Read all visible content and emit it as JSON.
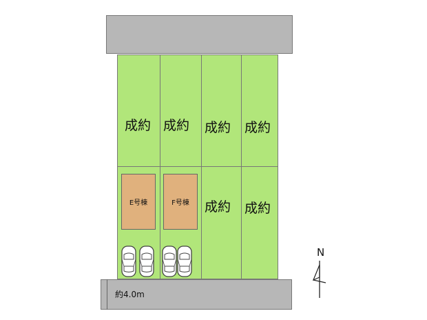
{
  "lots": [
    {
      "id": "lot-1",
      "label": "成約"
    },
    {
      "id": "lot-2",
      "label": "成約"
    },
    {
      "id": "lot-3",
      "label": "成約"
    },
    {
      "id": "lot-4",
      "label": "成約"
    },
    {
      "id": "lot-5",
      "label": "成約"
    },
    {
      "id": "lot-6",
      "label": "成約"
    }
  ],
  "houses": [
    {
      "label": "E号棟"
    },
    {
      "label": "F号棟"
    }
  ],
  "road": {
    "width_label": "約4.0m"
  },
  "compass": {
    "label": "N"
  },
  "colors": {
    "lot": "#b1e67a",
    "house": "#e0b17d",
    "road": "#b7b7b7"
  }
}
